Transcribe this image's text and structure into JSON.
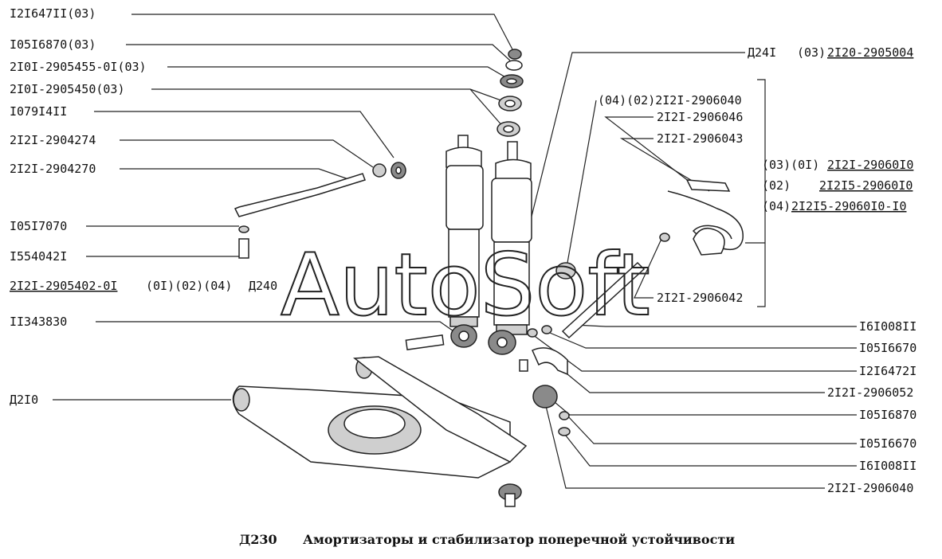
{
  "watermark": "AutoSoft",
  "caption": {
    "code": "Д230",
    "title": "Амортизаторы и стабилизатор поперечной устойчивости"
  },
  "labels": {
    "l1": "I2I647II(03)",
    "l2": "I05I6870(03)",
    "l3": "2I0I-2905455-0I(03)",
    "l4": "2I0I-2905450(03)",
    "l5": "I079I4II",
    "l6": "2I2I-2904274",
    "l7": "2I2I-2904270",
    "l8": "I05I7070",
    "l9": "I554042I",
    "l10": "2I2I-2905402-0I",
    "l10b": "(0I)(02)(04)",
    "l11": "Д240",
    "l12": "II343830",
    "l13": "Д2I0",
    "r1a": "Д24I",
    "r1b": "(03)",
    "r1c": "2I20-2905004",
    "r2": "(04)(02)2I2I-2906040",
    "r3": "2I2I-2906046",
    "r4": "2I2I-2906043",
    "r5a": "(03)(0I)",
    "r5b": "2I2I-29060I0",
    "r6a": "(02)",
    "r6b": "2I2I5-29060I0",
    "r7a": "(04)",
    "r7b": "2I2I5-29060I0-I0",
    "r8": "2I2I-2906042",
    "r9": "I6I008II",
    "r10": "I05I6670",
    "r11": "I2I6472I",
    "r12": "2I2I-2906052",
    "r13": "I05I6870",
    "r14": "I05I6670",
    "r15": "I6I008II",
    "r16": "2I2I-2906040"
  }
}
